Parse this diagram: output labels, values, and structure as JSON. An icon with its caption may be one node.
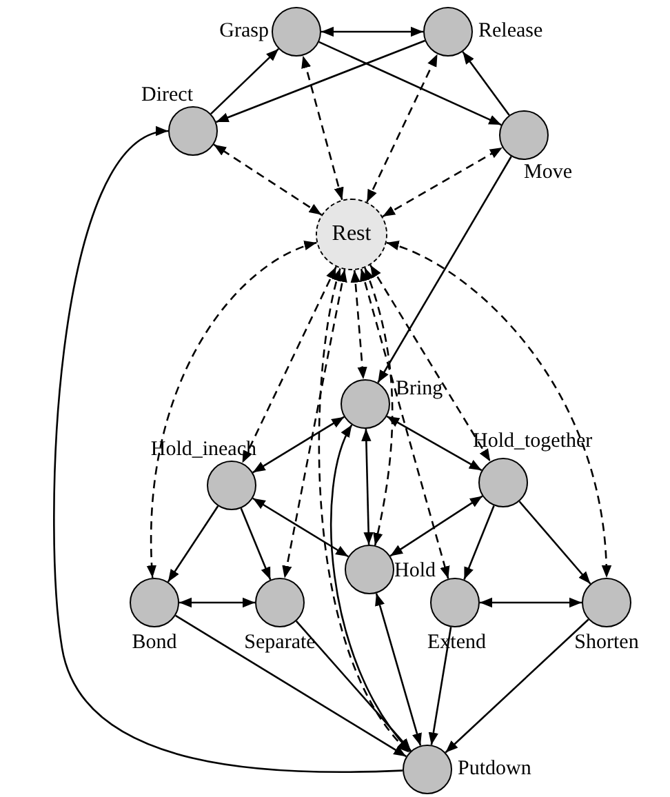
{
  "diagram": {
    "nodes": [
      {
        "text": [
          "Grasp"
        ]
      },
      {
        "text": [
          "Release"
        ]
      },
      {
        "text": [
          "Direct"
        ]
      },
      {
        "text": [
          "Move"
        ]
      },
      {
        "text": [
          "Rest"
        ]
      },
      {
        "text": [
          "Bring"
        ]
      },
      {
        "text": [
          "Hold_ineach"
        ]
      },
      {
        "text": [
          "Hold_together"
        ]
      },
      {
        "text": [
          "Hold"
        ]
      },
      {
        "text": [
          "Bond"
        ]
      },
      {
        "text": [
          "Separate"
        ]
      },
      {
        "text": [
          "Extend"
        ]
      },
      {
        "text": [
          "Shorten"
        ]
      },
      {
        "text": [
          "Putdown"
        ]
      }
    ],
    "edges": [
      {
        "from": 0,
        "to": 1,
        "arrow": "both"
      },
      {
        "from": 2,
        "to": 0,
        "arrow": "to"
      },
      {
        "from": 1,
        "to": 2,
        "arrow": "to"
      },
      {
        "from": 0,
        "to": 3,
        "arrow": "to"
      },
      {
        "from": 3,
        "to": 1,
        "arrow": "to"
      },
      {
        "from": 3,
        "to": 5,
        "arrow": "to"
      },
      {
        "from": 13,
        "to": 2,
        "arrow": "to"
      },
      {
        "from": 5,
        "to": 6,
        "arrow": "both"
      },
      {
        "from": 5,
        "to": 7,
        "arrow": "both"
      },
      {
        "from": 6,
        "to": 8,
        "arrow": "both"
      },
      {
        "from": 8,
        "to": 7,
        "arrow": "both"
      },
      {
        "from": 5,
        "to": 8,
        "arrow": "both"
      },
      {
        "from": 6,
        "to": 9,
        "arrow": "to"
      },
      {
        "from": 6,
        "to": 10,
        "arrow": "to"
      },
      {
        "from": 7,
        "to": 11,
        "arrow": "to"
      },
      {
        "from": 7,
        "to": 12,
        "arrow": "to"
      },
      {
        "from": 9,
        "to": 10,
        "arrow": "both"
      },
      {
        "from": 11,
        "to": 12,
        "arrow": "both"
      },
      {
        "from": 9,
        "to": 13,
        "arrow": "to"
      },
      {
        "from": 10,
        "to": 13,
        "arrow": "to"
      },
      {
        "from": 11,
        "to": 13,
        "arrow": "to"
      },
      {
        "from": 12,
        "to": 13,
        "arrow": "to"
      },
      {
        "from": 8,
        "to": 13,
        "arrow": "both"
      },
      {
        "from": 5,
        "to": 13,
        "arrow": "both"
      },
      {
        "from": 4,
        "to": 2,
        "arrow": "both",
        "style": "dashed"
      },
      {
        "from": 4,
        "to": 0,
        "arrow": "both",
        "style": "dashed"
      },
      {
        "from": 4,
        "to": 1,
        "arrow": "both",
        "style": "dashed"
      },
      {
        "from": 4,
        "to": 3,
        "arrow": "both",
        "style": "dashed"
      },
      {
        "from": 4,
        "to": 9,
        "arrow": "both",
        "style": "dashed"
      },
      {
        "from": 4,
        "to": 6,
        "arrow": "both",
        "style": "dashed"
      },
      {
        "from": 4,
        "to": 10,
        "arrow": "both",
        "style": "dashed"
      },
      {
        "from": 4,
        "to": 13,
        "arrow": "both",
        "style": "dashed"
      },
      {
        "from": 4,
        "to": 5,
        "arrow": "both",
        "style": "dashed"
      },
      {
        "from": 4,
        "to": 8,
        "arrow": "both",
        "style": "dashed"
      },
      {
        "from": 4,
        "to": 11,
        "arrow": "both",
        "style": "dashed"
      },
      {
        "from": 4,
        "to": 7,
        "arrow": "both",
        "style": "dashed"
      },
      {
        "from": 4,
        "to": 12,
        "arrow": "both",
        "style": "dashed"
      }
    ]
  }
}
